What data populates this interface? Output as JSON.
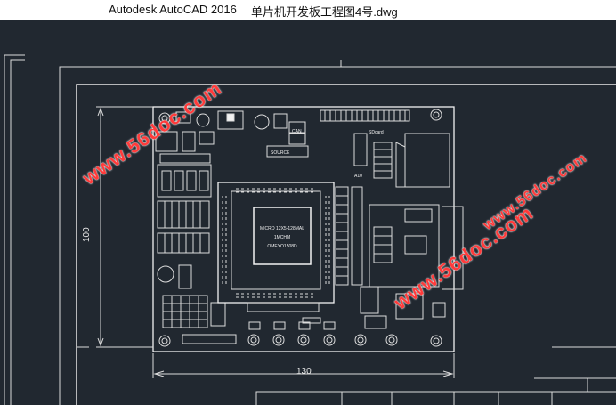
{
  "titlebar": {
    "app_title": "Autodesk AutoCAD 2016",
    "document_title": "单片机开发板工程图4号.dwg"
  },
  "drawing": {
    "dimension_width": "130",
    "dimension_height": "100",
    "chip_lines": [
      "MICRO 12X5-128MAL",
      "1MCHM",
      "OMEYO1508D"
    ],
    "labels": {
      "source": "SOURCE",
      "can": "CAN",
      "sdcard": "SDcard",
      "a": "A10"
    }
  },
  "watermarks": [
    "www.56doc.com",
    "www.56doc.com",
    "www.56doc.com"
  ],
  "colors": {
    "background": "#212830",
    "linework": "#f2f2f2",
    "watermark": "#ff3b3b",
    "titlebar": "#ffffff"
  }
}
